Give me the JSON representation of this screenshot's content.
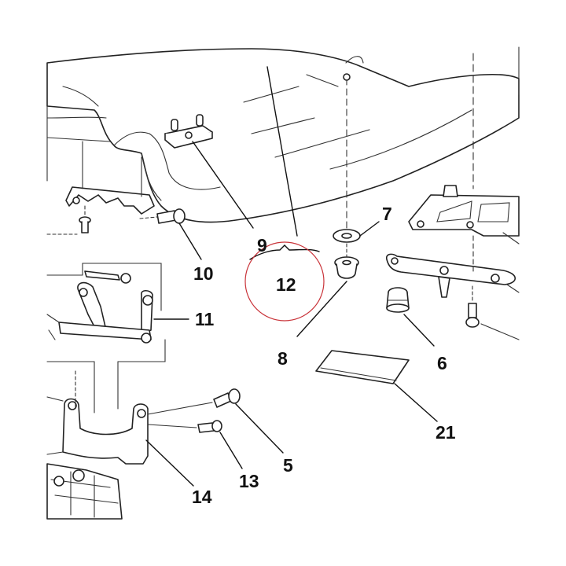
{
  "callouts": [
    {
      "id": "c5",
      "text": "5"
    },
    {
      "id": "c6",
      "text": "6"
    },
    {
      "id": "c7",
      "text": "7"
    },
    {
      "id": "c8",
      "text": "8"
    },
    {
      "id": "c9",
      "text": "9"
    },
    {
      "id": "c10",
      "text": "10"
    },
    {
      "id": "c11",
      "text": "11"
    },
    {
      "id": "c12",
      "text": "12"
    },
    {
      "id": "c13",
      "text": "13"
    },
    {
      "id": "c14",
      "text": "14"
    },
    {
      "id": "c21",
      "text": "21"
    }
  ],
  "highlight": {
    "target": "12",
    "color": "#c9343a"
  }
}
